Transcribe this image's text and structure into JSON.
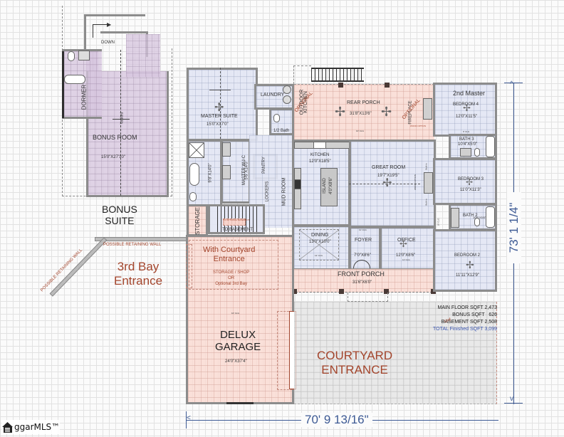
{
  "bonus_suite": {
    "title_line1": "BONUS",
    "title_line2": "SUITE",
    "stair_label": "DOWN",
    "dormer_label": "DORMER",
    "bonus_room": {
      "name": "BONUS ROOM",
      "size": "15'0\"X27'10\""
    },
    "vaulted_label": "Vaulted"
  },
  "rooms": {
    "master_suite": {
      "name": "MASTER SUITE",
      "size": "15'0\"X17'0\""
    },
    "master_bath_size": "9'8\"X14'0\"",
    "master_wic": {
      "name": "MASTER W-I-C",
      "size": "5'6\"X14'0\""
    },
    "laundry": "LAUNDRY",
    "half_bath": "1/2 Bath",
    "pantry": "PANTRY",
    "lockers": "LOCKERS",
    "mud_room": "MUD ROOM",
    "storage": "STORAGE",
    "to_basement": "TO BASEMENT",
    "optional_basement": "TO OPTIONAL BASEMENT",
    "rear_porch": {
      "name": "REAR PORCH",
      "size": "31'8\"X13'6\"",
      "clg": "10' CLG"
    },
    "outdoor_kitchen": {
      "line1": "OUTDOOR",
      "line2": "KITCHEN",
      "optional": "OPTIONAL"
    },
    "fireplace": {
      "name": "FIREPLACE",
      "optional": "OPTIONAL",
      "wood": "WOOD OPTION"
    },
    "kitchen": {
      "name": "KITCHEN",
      "size": "12'0\"X18'5\""
    },
    "island": {
      "name": "ISLAND",
      "size": "4'0\"X8'6\""
    },
    "great_room": {
      "name": "GREAT ROOM",
      "size": "19'7\"X19'5\"",
      "wood": "WOOD OPTION"
    },
    "dining": {
      "name": "DINING",
      "size": "13'0\"X10'0\"",
      "clg": "12' CLG"
    },
    "foyer": {
      "name": "FOYER",
      "size": "7'0\"X8'6\"",
      "clg": "11' CLG"
    },
    "office": {
      "name": "OFFICE",
      "size": "12'0\"X8'6\"",
      "clg": "11' CLG"
    },
    "front_porch": {
      "name": "FRONT PORCH",
      "size": "31'6\"X6'0\""
    },
    "second_master": "2nd Master",
    "bedroom4": {
      "name": "BEDROOM 4",
      "size": "12'0\"X11'5\""
    },
    "bath3": {
      "name": "BATH 3",
      "size": "10'4\"X5'0\"",
      "clg": "9' CLG"
    },
    "bedroom3": {
      "name": "BEDROOM 3",
      "size": "11'0\"X11'3\""
    },
    "bath2": {
      "name": "BATH 2",
      "size": "10'6\"X5'8\""
    },
    "bedroom2": {
      "name": "BEDROOM 2",
      "size": "11'11\"X12'9\""
    },
    "builtin": "Built-in",
    "hall_clg": "10' CLG"
  },
  "garage": {
    "name_line1": "DELUX",
    "name_line2": "GARAGE",
    "size": "24'0\"X37'4\"",
    "clg": "10' CLG",
    "courtyard_option": {
      "line1": "With Courtyard",
      "line2": "Entrance",
      "note1": "STORAGE / SHOP",
      "note2": "OR",
      "note3": "Optional 3rd Bay"
    }
  },
  "third_bay": {
    "line1": "3rd Bay",
    "line2": "Entrance"
  },
  "retaining_wall": {
    "horizontal": "POSSIBLE RETAINING WALL",
    "diagonal": "POSSIBLE RETAINING WALL"
  },
  "courtyard": {
    "line1": "COURTYARD",
    "line2": "ENTRANCE"
  },
  "sqft": {
    "main_floor": "MAIN FLOOR SQFT 2,473",
    "bonus": "BONUS SQFT   626",
    "basement": "BASEMENT SQFT 2,508",
    "basement_stamp": "Unf",
    "total": "TOTAL Finished SQFT 3,099"
  },
  "dimensions": {
    "width": "70' 9 13/16\"",
    "depth": "73' 1 1/4\""
  },
  "watermark": {
    "brand": "ggarMLS™"
  },
  "colors": {
    "accent_red": "#a3452c",
    "dimension_blue": "#3d5a94",
    "total_blue": "#3b56b0"
  }
}
